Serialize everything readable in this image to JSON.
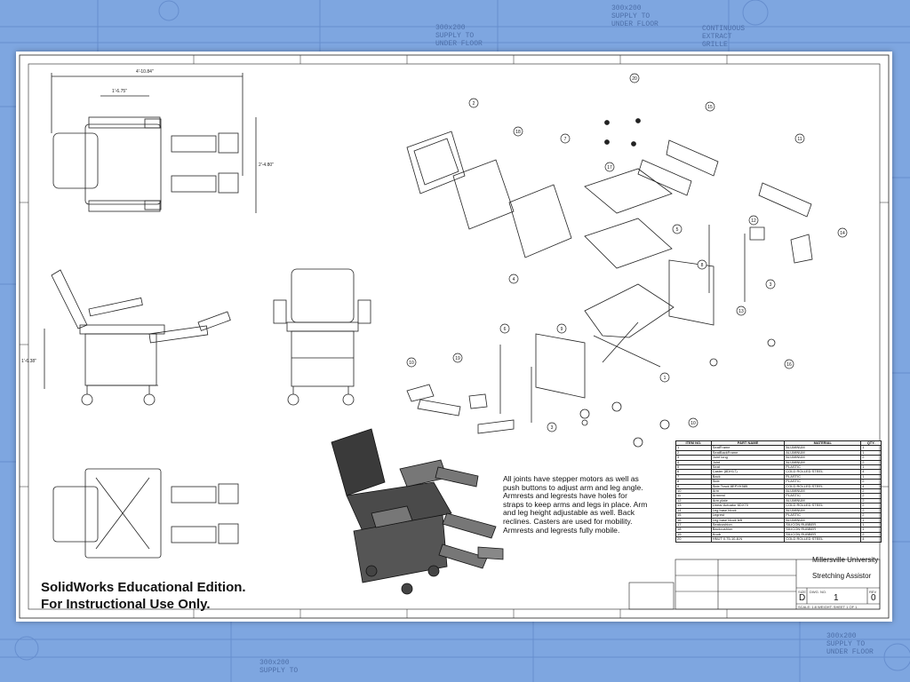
{
  "background": {
    "color": "#7ea6e0",
    "blueprint_notes": [
      "300x200\nSUPPLY TO\nUNDER FLOOR",
      "300x200\nSUPPLY TO\nUNDER FLOOR",
      "CONTINUOUS\nEXTRACT\nGRILLE",
      "300x200\nSUPPLY TO\nUNDER FLOOR",
      "300x200\nSUPPLY TO"
    ]
  },
  "watermark": {
    "line1": "SolidWorks Educational Edition.",
    "line2": "For Instructional Use Only."
  },
  "note_text": "All joints have stepper motors as well as push buttons to adjust arm and leg angle. Armrests and legrests have holes for straps to keep arms and legs in place. Arm and leg height adjustable as well. Back reclines. Casters are used for mobility. Armrests and legrests fully mobile.",
  "dimensions": {
    "overall_width": "4'-10.84\"",
    "inner_width": "1'-6.75\"",
    "overall_height": "2'-4.80\"",
    "side_height": "1'-6.38\""
  },
  "balloons": [
    "20",
    "15",
    "2",
    "18",
    "7",
    "17",
    "11",
    "5",
    "12",
    "14",
    "4",
    "8",
    "9",
    "3",
    "13",
    "1",
    "16",
    "10",
    "19",
    "6",
    "10",
    "3"
  ],
  "bom": {
    "headers": [
      "ITEM NO.",
      "PART NAME",
      "MATERIAL",
      "QTY."
    ],
    "rows": [
      [
        "1",
        "SeatFrame",
        "ALUMINUM",
        "1"
      ],
      [
        "2",
        "SeatBackFrame",
        "ALUMINUM",
        "1"
      ],
      [
        "3",
        "Joint long",
        "ALUMINUM",
        "2"
      ],
      [
        "4",
        "Joint",
        "ALUMINUM",
        "2"
      ],
      [
        "5",
        "Seat",
        "PLASTIC",
        "1"
      ],
      [
        "6",
        "Caster (8DH17)",
        "COLD ROLLED STEEL",
        "4"
      ],
      [
        "7",
        "Back",
        "PLASTIC",
        "1"
      ],
      [
        "8",
        "Side",
        "PLASTIC",
        "2"
      ],
      [
        "9",
        "Side Track 8EPYK585",
        "COLD ROLLED STEEL",
        "4"
      ],
      [
        "10",
        "Arm",
        "ALUMINUM",
        "2"
      ],
      [
        "11",
        "Armrest",
        "PLASTIC",
        "2"
      ],
      [
        "12",
        "Arm plate",
        "ALUMINUM",
        "2"
      ],
      [
        "13",
        "Linear Actuator 6DX70",
        "COLD ROLLED STEEL",
        "2"
      ],
      [
        "14",
        "Leg base block",
        "ALUMINUM",
        "2"
      ],
      [
        "15",
        "Legrest",
        "PLASTIC",
        "2"
      ],
      [
        "16",
        "Leg base block left",
        "ALUMINUM",
        "1"
      ],
      [
        "17",
        "Seatcushion",
        "SILICON RUBBER",
        "1"
      ],
      [
        "18",
        "Backcushion",
        "SILICON RUBBER",
        "1"
      ],
      [
        "19",
        "Knob",
        "SILICON RUBBER",
        "2"
      ],
      [
        "20",
        "HNUT 0.75-10-8-N",
        "COLD ROLLED STEEL",
        "4"
      ]
    ]
  },
  "title_block": {
    "university": "Millersville University",
    "title": "Stretching Assistor",
    "size_label": "SIZE",
    "dwg_label": "DWG. NO.",
    "rev_label": "REV",
    "size": "D",
    "dwg_no": "1",
    "rev": "0",
    "scale_line": "SCALE: 1:8  WEIGHT:  SHEET 1 OF 1"
  },
  "colors": {
    "sheet": "#ffffff",
    "line": "#222222",
    "dark_part": "#3a3a3a",
    "blueprint_line": "#5b82c2"
  }
}
